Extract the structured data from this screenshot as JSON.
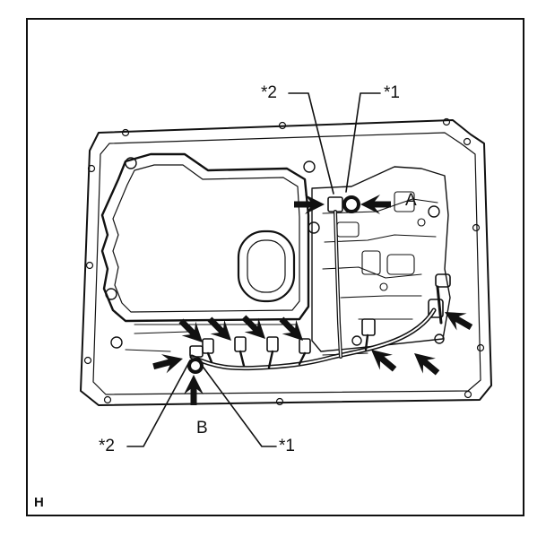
{
  "figure": {
    "corner_code": "H",
    "callouts": {
      "top_left": "*2",
      "top_right": "*1",
      "bottom_left": "*2",
      "bottom_right": "*1"
    },
    "points": {
      "a": "A",
      "b": "B"
    }
  }
}
